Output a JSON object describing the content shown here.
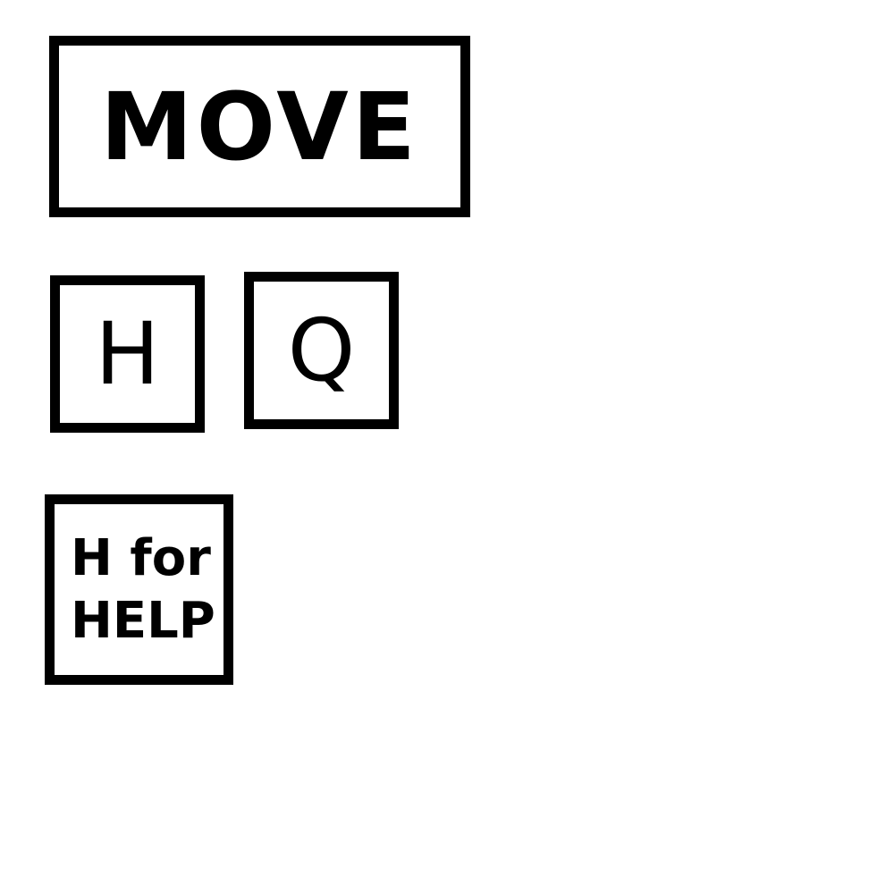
{
  "move_button": {
    "label": "MOVE"
  },
  "keys": [
    {
      "label": "H"
    },
    {
      "label": "Q"
    }
  ],
  "help_hint": {
    "line1": "H for",
    "line2": "HELP"
  },
  "colors": {
    "border": "#000000",
    "background": "#ffffff",
    "text": "#000000"
  }
}
